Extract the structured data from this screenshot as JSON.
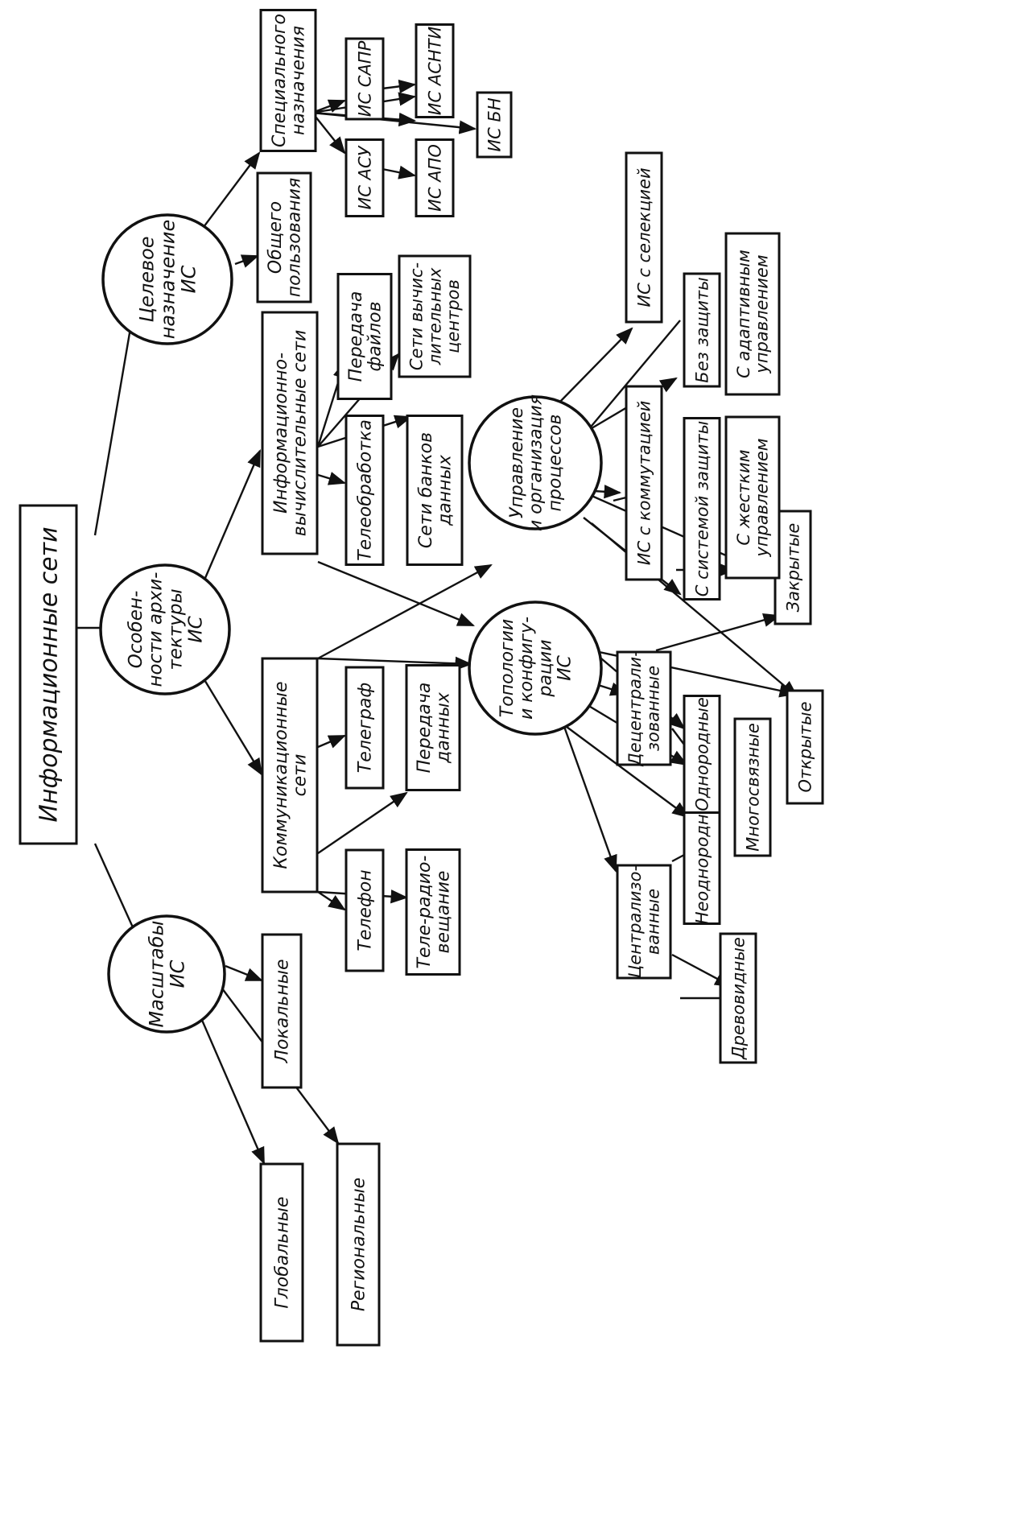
{
  "colors": {
    "ink": "#111111",
    "paper": "#ffffff"
  },
  "nodes": {
    "root": [
      "Информационные сети"
    ],
    "scale": [
      "Масштабы",
      "ИС"
    ],
    "arch": [
      "Особен-",
      "ности архи-",
      "тектуры",
      "ИС"
    ],
    "purpose": [
      "Целевое",
      "назначение",
      "ИС"
    ],
    "topology": [
      "Топологии",
      "и конфигу-",
      "рации",
      "ИС"
    ],
    "mgmt": [
      "Управление",
      "и организация",
      "процессов"
    ],
    "global": [
      "Глобальные"
    ],
    "regional": [
      "Региональные"
    ],
    "local": [
      "Локальные"
    ],
    "comm": [
      "Коммуникационные",
      "сети"
    ],
    "infocomp": [
      "Информационно-",
      "вычислительные сети"
    ],
    "telephone": [
      "Телефон"
    ],
    "broadcast": [
      "Теле-радио-",
      "вещание"
    ],
    "telegraph": [
      "Телеграф"
    ],
    "datatrans": [
      "Передача",
      "данных"
    ],
    "telework": [
      "Телеобработка"
    ],
    "dbnets": [
      "Сети банков",
      "данных"
    ],
    "filetrans": [
      "Передача",
      "файлов"
    ],
    "compcenters": [
      "Сети вычис-",
      "лительных",
      "центров"
    ],
    "general": [
      "Общего",
      "пользования"
    ],
    "special": [
      "Специального",
      "назначения"
    ],
    "is_asu": [
      "ИС АСУ"
    ],
    "is_sapr": [
      "ИС САПР"
    ],
    "is_apo": [
      "ИС АПО"
    ],
    "is_asnti": [
      "ИС АСНТИ"
    ],
    "is_bn": [
      "ИС БН"
    ],
    "centralized": [
      "Централизо-",
      "ванные"
    ],
    "decentralized": [
      "Децентрали-",
      "зованные"
    ],
    "treelike": [
      "Древовидные"
    ],
    "heterogeneous": [
      "Неоднородные"
    ],
    "homogeneous": [
      "Однородные"
    ],
    "multiconnected": [
      "Многосвязные"
    ],
    "open": [
      "Открытые"
    ],
    "closed": [
      "Закрытые"
    ],
    "with_switching": [
      "ИС с коммутацией"
    ],
    "with_selection": [
      "ИС с селекцией"
    ],
    "with_protection": [
      "С системой защиты"
    ],
    "rigid": [
      "С жестким",
      "управлением"
    ],
    "no_protection": [
      "Без защиты"
    ],
    "adaptive": [
      "С адаптивным",
      "управлением"
    ]
  }
}
